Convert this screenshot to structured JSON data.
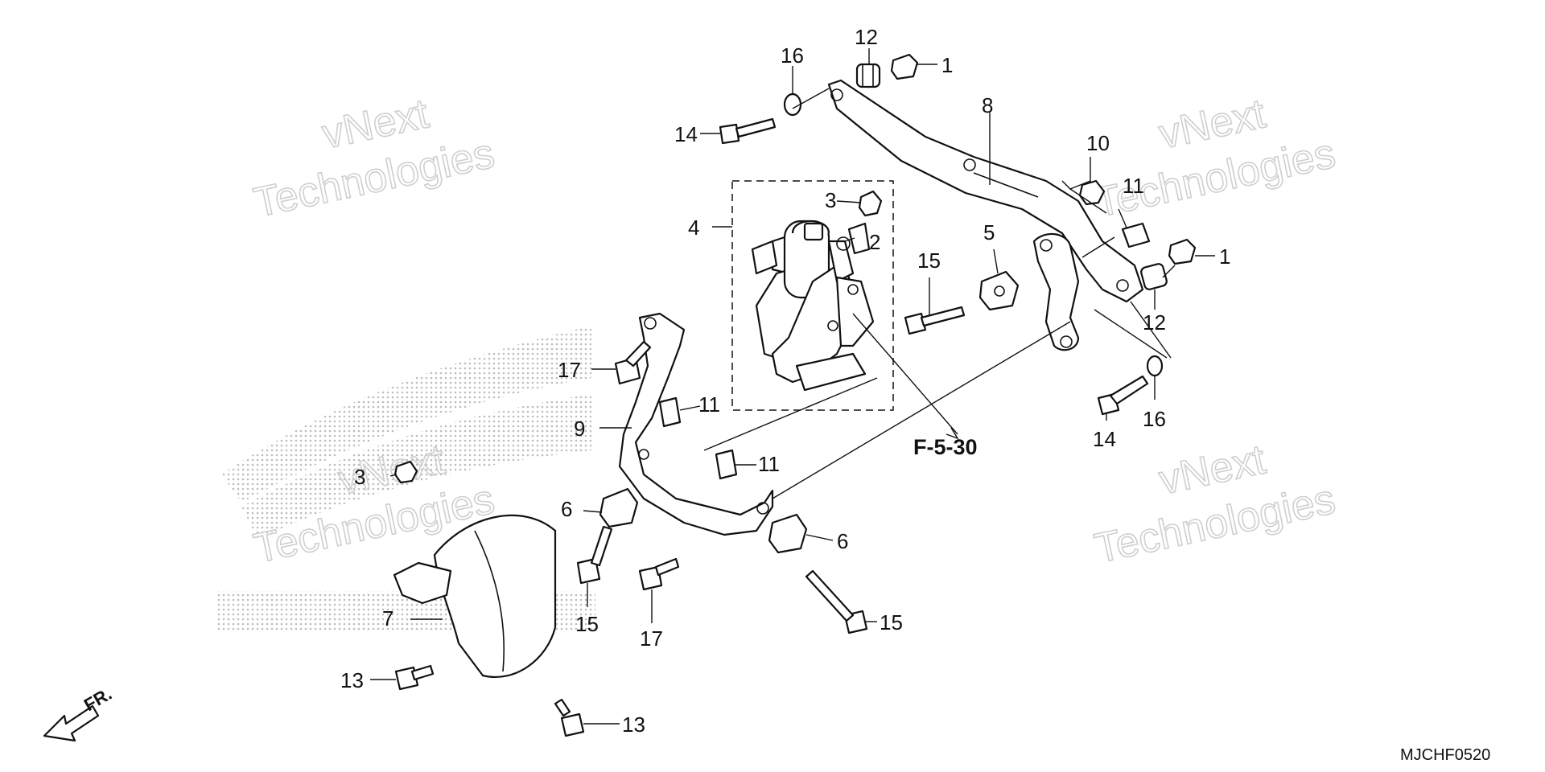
{
  "watermark": {
    "line1": "vNext",
    "line2": "Technologies"
  },
  "reference_label": "F-5-30",
  "diagram_code": "MJCHF0520",
  "front_indicator": "FR.",
  "callouts": [
    {
      "id": "c1a",
      "text": "1"
    },
    {
      "id": "c1b",
      "text": "1"
    },
    {
      "id": "c2",
      "text": "2"
    },
    {
      "id": "c3a",
      "text": "3"
    },
    {
      "id": "c3b",
      "text": "3"
    },
    {
      "id": "c4",
      "text": "4"
    },
    {
      "id": "c5",
      "text": "5"
    },
    {
      "id": "c6a",
      "text": "6"
    },
    {
      "id": "c6b",
      "text": "6"
    },
    {
      "id": "c7",
      "text": "7"
    },
    {
      "id": "c8",
      "text": "8"
    },
    {
      "id": "c9",
      "text": "9"
    },
    {
      "id": "c10",
      "text": "10"
    },
    {
      "id": "c11a",
      "text": "11"
    },
    {
      "id": "c11b",
      "text": "11"
    },
    {
      "id": "c11c",
      "text": "11"
    },
    {
      "id": "c12a",
      "text": "12"
    },
    {
      "id": "c12b",
      "text": "12"
    },
    {
      "id": "c13a",
      "text": "13"
    },
    {
      "id": "c13b",
      "text": "13"
    },
    {
      "id": "c14a",
      "text": "14"
    },
    {
      "id": "c14b",
      "text": "14"
    },
    {
      "id": "c15a",
      "text": "15"
    },
    {
      "id": "c15b",
      "text": "15"
    },
    {
      "id": "c15c",
      "text": "15"
    },
    {
      "id": "c16a",
      "text": "16"
    },
    {
      "id": "c16b",
      "text": "16"
    },
    {
      "id": "c17a",
      "text": "17"
    },
    {
      "id": "c17b",
      "text": "17"
    }
  ],
  "colors": {
    "line": "#111111",
    "watermark": "#cfcfcf",
    "stipple": "#bdbdbd"
  }
}
